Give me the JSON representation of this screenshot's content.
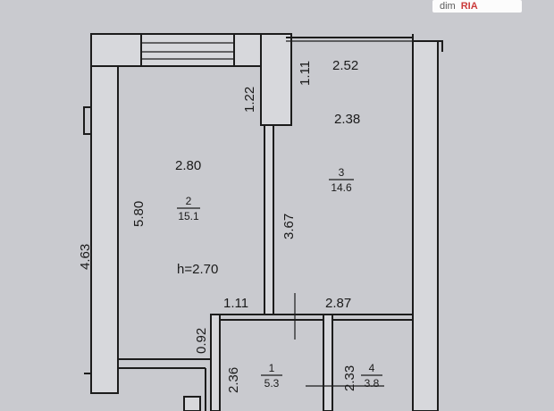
{
  "plan": {
    "ceiling_height": "h=2.70",
    "dimensions": {
      "d_2_52": "2.52",
      "d_1_11_top": "1.11",
      "d_1_22": "1.22",
      "d_2_38": "2.38",
      "d_2_80": "2.80",
      "d_5_80": "5.80",
      "d_4_63": "4.63",
      "d_3_67": "3.67",
      "d_1_11_bottom": "1.11",
      "d_2_87": "2.87",
      "d_0_92": "0.92",
      "d_2_36": "2.36",
      "d_2_33": "2.33"
    },
    "rooms": [
      {
        "number": "2",
        "area": "15.1"
      },
      {
        "number": "3",
        "area": "14.6"
      },
      {
        "number": "1",
        "area": "5.3"
      },
      {
        "number": "4",
        "area": "3.8"
      }
    ]
  },
  "watermark": {
    "left_text": "dim",
    "right_text": "RIA"
  },
  "colors": {
    "background": "#c9cacf",
    "wall_fill": "#d7d8dc",
    "line": "#1c1c1c"
  }
}
